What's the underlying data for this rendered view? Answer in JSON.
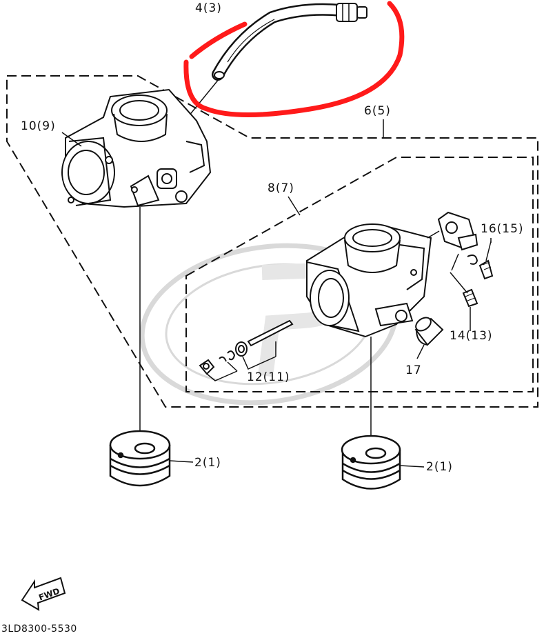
{
  "diagram": {
    "labels": {
      "hose": "4(3)",
      "carb_assy_left": "10(9)",
      "carb_assy_group": "6(5)",
      "carb_right": "8(7)",
      "screw_16": "16(15)",
      "screw_14": "14(13)",
      "cap_17": "17",
      "needle_12": "12(11)",
      "joint_left": "2(1)",
      "joint_right": "2(1)"
    },
    "fwd_arrow": "FWD",
    "drawing_code": "3LD8300-5530",
    "highlight_color": "#ff1a1a",
    "watermark_color": "#d9d9d9"
  }
}
